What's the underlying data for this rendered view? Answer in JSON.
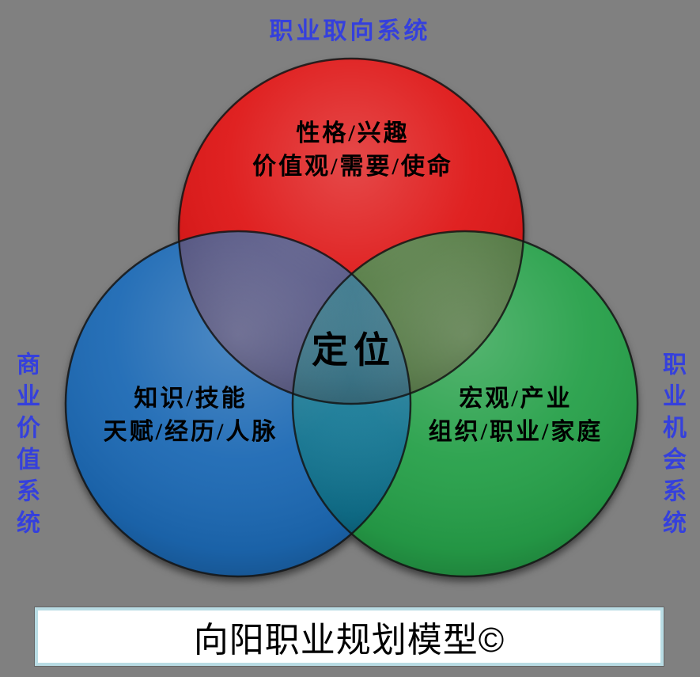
{
  "colors": {
    "background": "#808080",
    "label_blue": "#3540DC",
    "circle_red": "#DE1212",
    "circle_blue": "#1B69B4",
    "circle_green": "#28A048",
    "overlap_red_blue": "#4C4D7E",
    "overlap_red_green": "#4A7338",
    "overlap_blue_green": "#0F7795",
    "overlap_center": "#26697F",
    "title_box_bg": "#FFFFFF",
    "title_box_border": "#B9DCE4",
    "text_black": "#000000"
  },
  "labels": {
    "top_system": "职业取向系统",
    "left_system": "商业价值系统",
    "right_system": "职业机会系统"
  },
  "circles": {
    "red": {
      "line1": "性格/兴趣",
      "line2": "价值观/需要/使命"
    },
    "blue": {
      "line1": "知识/技能",
      "line2": "天赋/经历/人脉"
    },
    "green": {
      "line1": "宏观/产业",
      "line2": "组织/职业/家庭"
    }
  },
  "center": {
    "label": "定位"
  },
  "footer": {
    "title": "向阳职业规划模型©"
  }
}
